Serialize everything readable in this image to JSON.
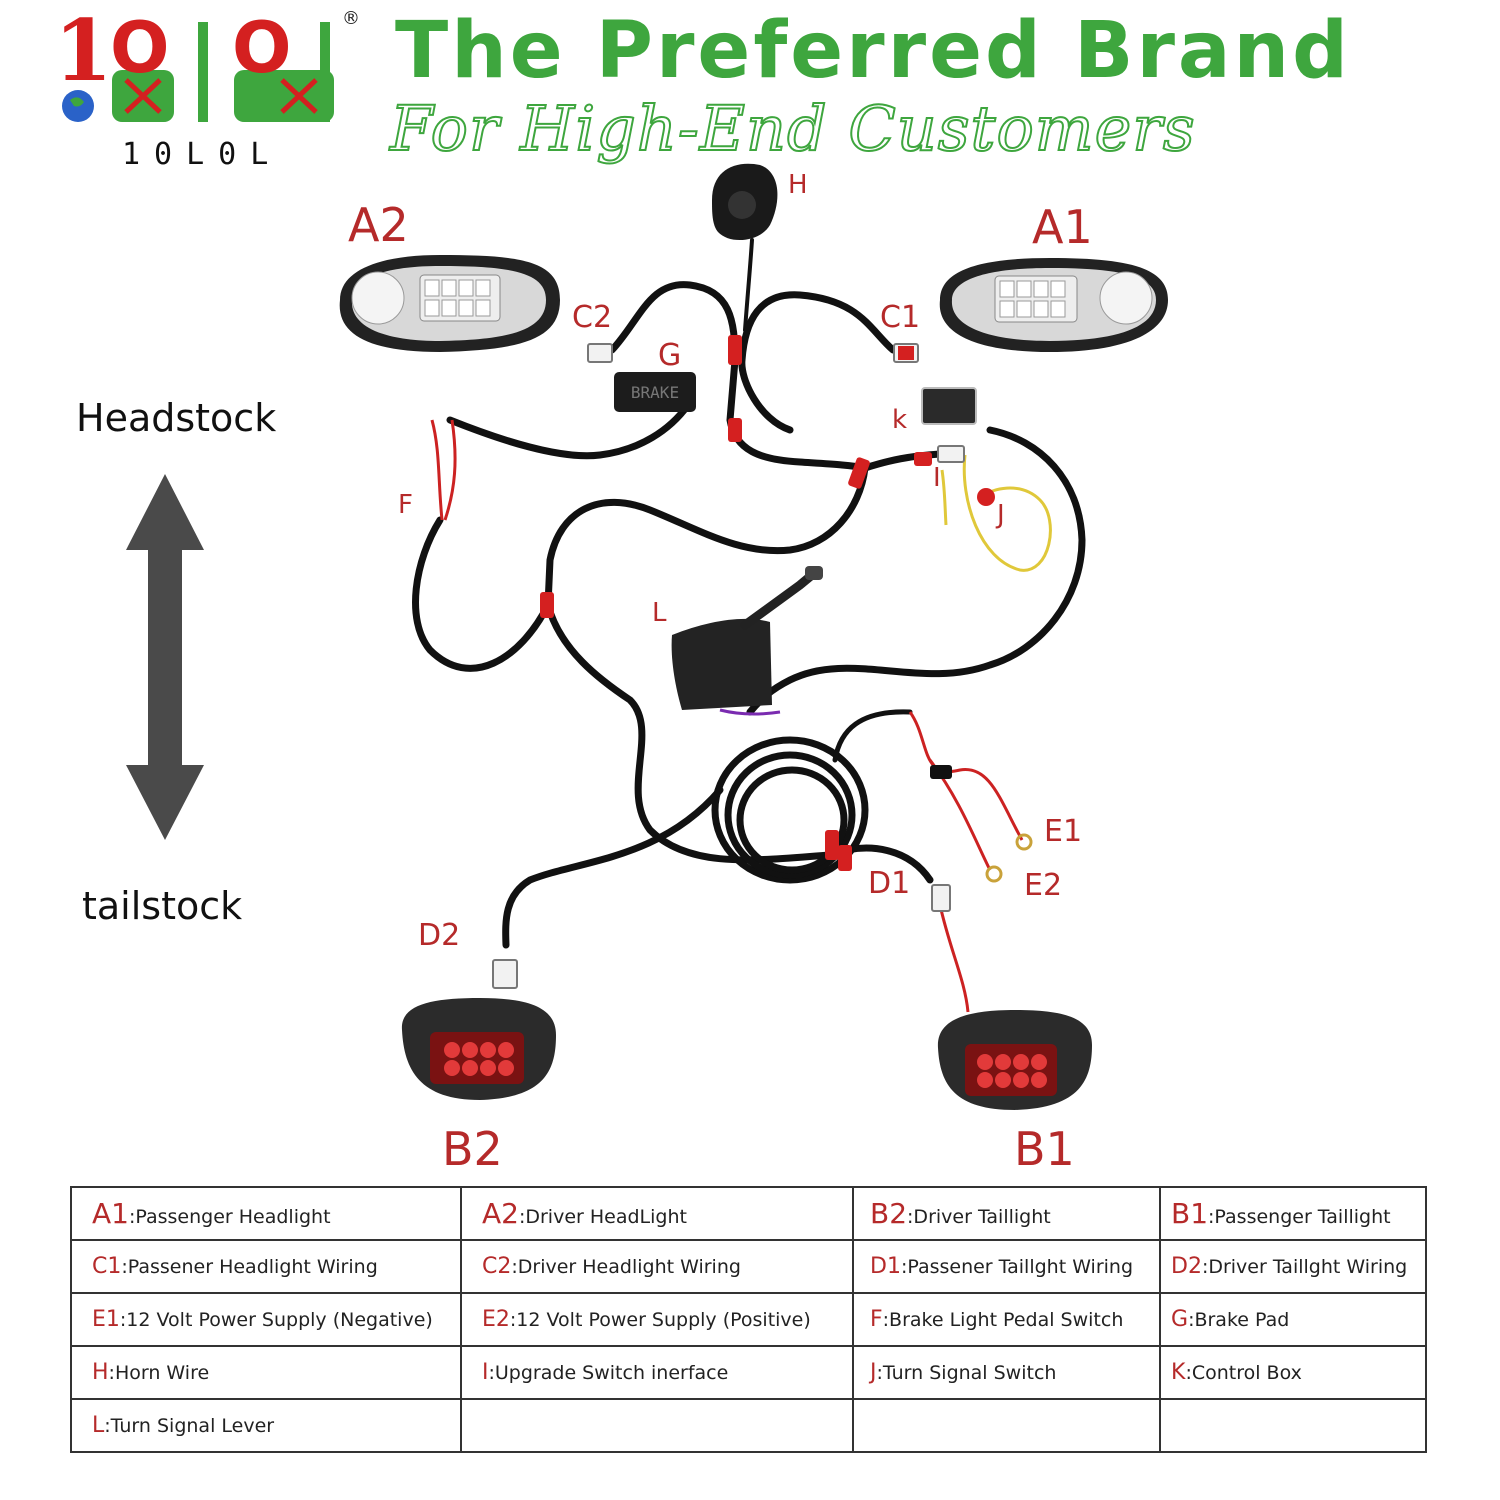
{
  "brand": {
    "logo_text": "10L0L",
    "registered_mark": "®",
    "headline": "The Preferred Brand",
    "subline": "For High-End Customers"
  },
  "orientation": {
    "top_label": "Headstock",
    "bottom_label": "tailstock"
  },
  "diagram_labels": {
    "A1": "A1",
    "A2": "A2",
    "B1": "B1",
    "B2": "B2",
    "C1": "C1",
    "C2": "C2",
    "D1": "D1",
    "D2": "D2",
    "E1": "E1",
    "E2": "E2",
    "F": "F",
    "G": "G",
    "H": "H",
    "I": "I",
    "J": "J",
    "K": "k",
    "L": "L",
    "brake_pad_text": "BRAKE"
  },
  "legend": {
    "rows": [
      [
        {
          "key": "A1",
          "text": ":Passenger Headlight"
        },
        {
          "key": "A2",
          "text": ":Driver HeadLight"
        },
        {
          "key": "B2",
          "text": ":Driver Taillight"
        },
        {
          "key": "B1",
          "text": ":Passenger Taillight"
        }
      ],
      [
        {
          "key": "C1",
          "text": ":Passener Headlight Wiring"
        },
        {
          "key": "C2",
          "text": ":Driver Headlight Wiring"
        },
        {
          "key": "D1",
          "text": ":Passener Taillght Wiring"
        },
        {
          "key": "D2",
          "text": ":Driver Taillght Wiring"
        }
      ],
      [
        {
          "key": "E1",
          "text": ":12 Volt Power Supply (Negative)"
        },
        {
          "key": "E2",
          "text": ":12 Volt Power Supply (Positive)"
        },
        {
          "key": "F",
          "text": ":Brake Light Pedal Switch"
        },
        {
          "key": "G",
          "text": ":Brake Pad"
        }
      ],
      [
        {
          "key": "H",
          "text": ":Horn Wire"
        },
        {
          "key": "I",
          "text": ":Upgrade Switch inerface"
        },
        {
          "key": "J",
          "text": ":Turn Signal Switch"
        },
        {
          "key": "K",
          "text": ":Control Box"
        }
      ],
      [
        {
          "key": "L",
          "text": ":Turn Signal Lever"
        },
        {
          "key": "",
          "text": ""
        },
        {
          "key": "",
          "text": ""
        },
        {
          "key": "",
          "text": ""
        }
      ]
    ]
  },
  "colors": {
    "brand_green": "#3ea63e",
    "label_red": "#b52a2a",
    "wire_black": "#111111",
    "connector_red": "#d42020",
    "arrow_gray": "#4a4a4a"
  }
}
